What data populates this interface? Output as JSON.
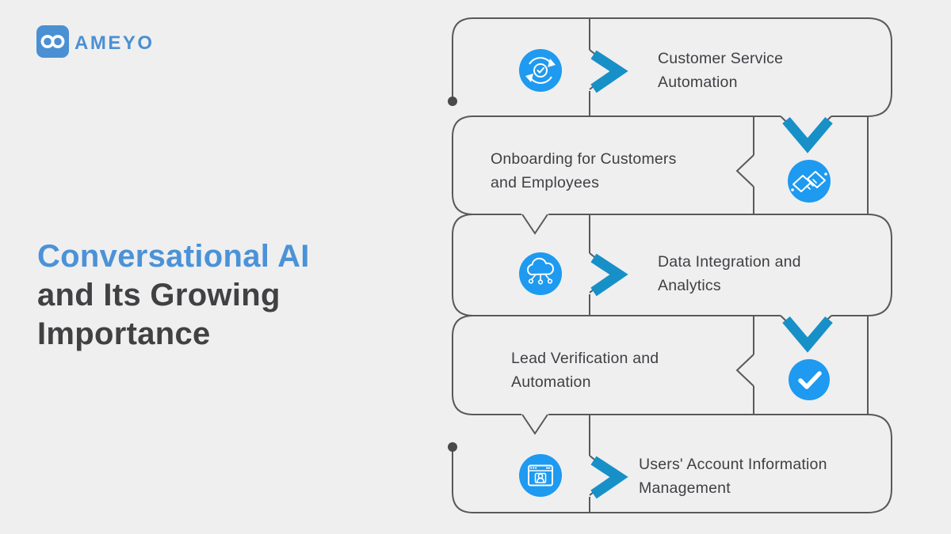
{
  "background": "#EFEFF0",
  "logo": {
    "brand": "AMEYO",
    "icon": "infinity-icon",
    "color": "#4A90D2"
  },
  "title": {
    "line1": "Conversational AI",
    "line2": "and Its Growing",
    "line3": "Importance",
    "accent_color": "#4B92D7",
    "text_color": "#414042"
  },
  "diagram": {
    "items": [
      {
        "label": "Customer Service\nAutomation",
        "icon": "sync-gear-icon",
        "icon_side": "left"
      },
      {
        "label": "Onboarding for Customers\nand Employees",
        "icon": "handshake-icon",
        "icon_side": "right"
      },
      {
        "label": "Data Integration and\nAnalytics",
        "icon": "cloud-network-icon",
        "icon_side": "left"
      },
      {
        "label": "Lead Verification and\nAutomation",
        "icon": "check-icon",
        "icon_side": "right"
      },
      {
        "label": "Users' Account Information\nManagement",
        "icon": "browser-user-icon",
        "icon_side": "left"
      }
    ],
    "colors": {
      "icon_circle": "#1E9AF0",
      "chevron_blue": "#1790C8",
      "outline_gray": "#58595B",
      "label_text": "#3F4043",
      "endpoint_dot": "#4A4A4B"
    }
  }
}
